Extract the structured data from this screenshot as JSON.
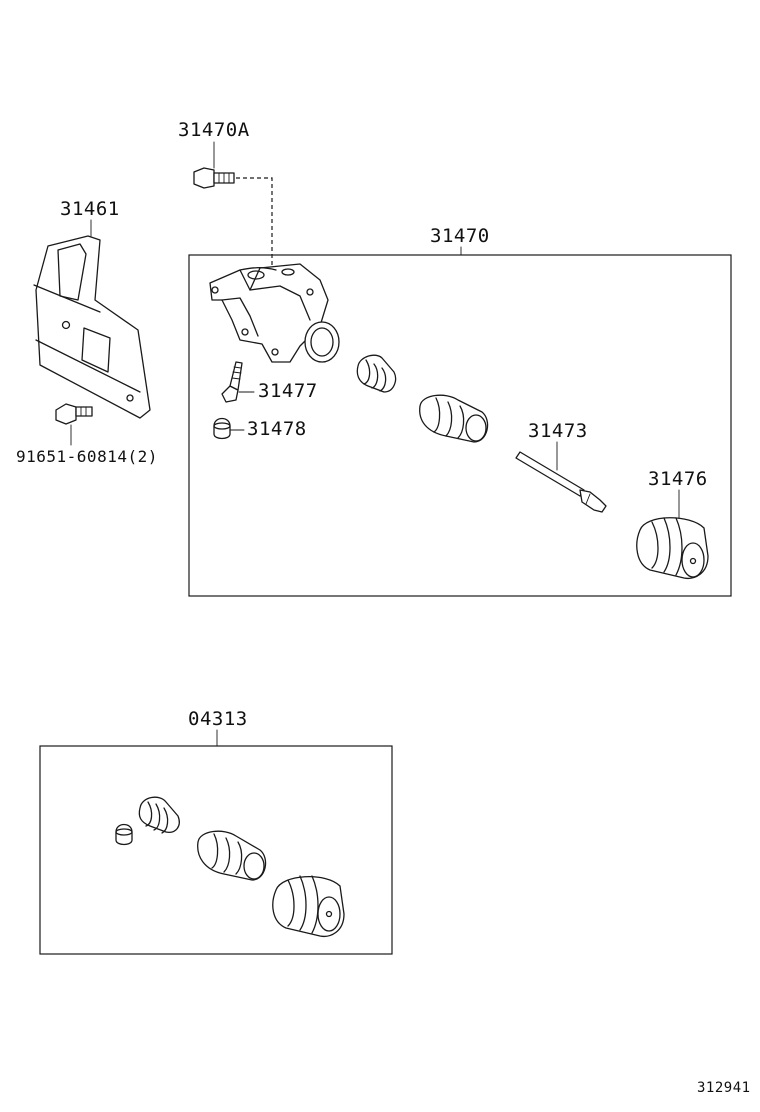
{
  "diagram": {
    "callouts": {
      "bolt_31470A": "31470A",
      "bracket_31461": "31461",
      "cylinder_assy_31470": "31470",
      "bleeder_31477": "31477",
      "cap_31478": "31478",
      "bolt_91651": "91651-60814(2)",
      "push_rod_31473": "31473",
      "boot_31476": "31476",
      "kit_04313": "04313"
    },
    "figure_ref": "312941"
  }
}
